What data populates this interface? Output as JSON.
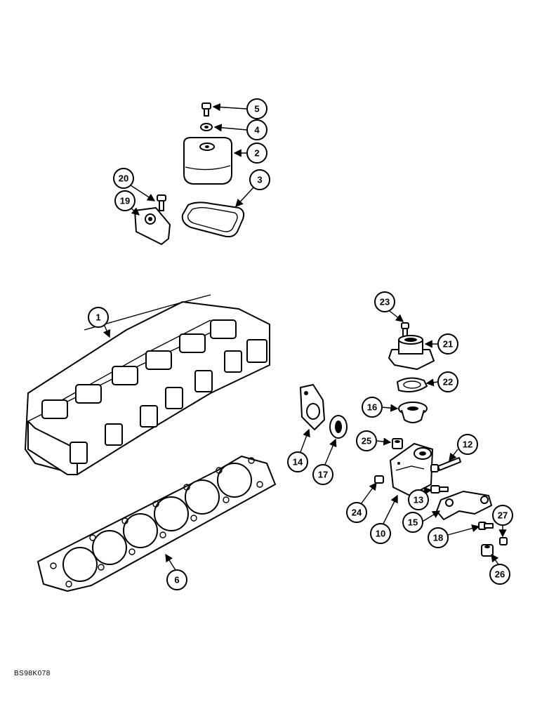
{
  "figure_code": "BS98K078",
  "callouts": [
    "1",
    "2",
    "3",
    "4",
    "5",
    "6",
    "10",
    "12",
    "13",
    "14",
    "15",
    "16",
    "17",
    "18",
    "19",
    "20",
    "21",
    "22",
    "23",
    "24",
    "25",
    "26",
    "27"
  ],
  "colors": {
    "ink": "#000000",
    "paper": "#ffffff"
  }
}
